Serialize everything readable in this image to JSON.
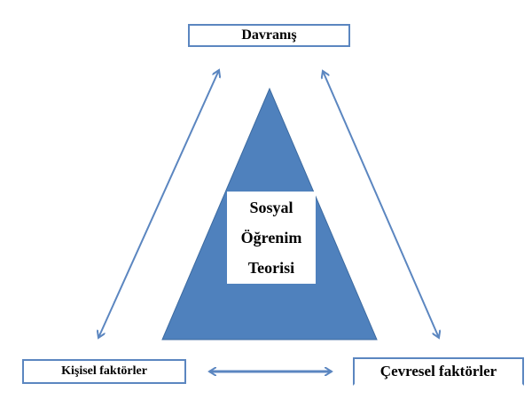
{
  "nodes": {
    "top": "Davranış",
    "left": "Kişisel faktörler",
    "right": "Çevresel faktörler"
  },
  "center": {
    "line1": "Sosyal",
    "line2": "Öğrenim",
    "line3": "Teorisi"
  },
  "colors": {
    "triangle": "#4f81bd",
    "arrow": "#5b86c0"
  }
}
